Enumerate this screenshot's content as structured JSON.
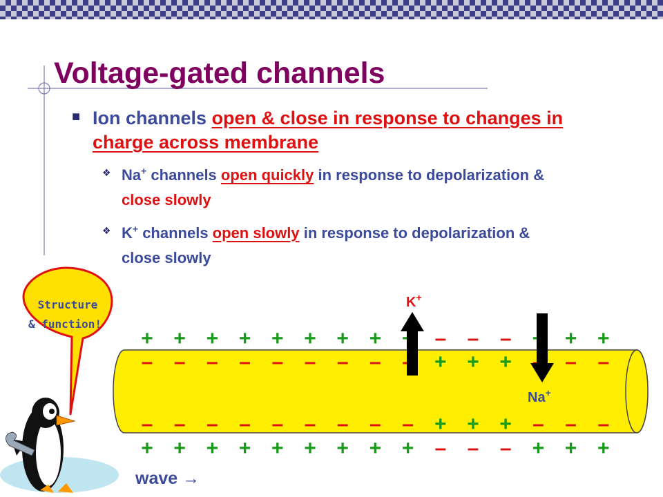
{
  "slide": {
    "title": "Voltage-gated channels",
    "bullet": {
      "lead": "Ion channels",
      "highlight": "open & close in response to changes in charge across membrane"
    },
    "sub_bullets": [
      {
        "ion": "Na",
        "ion_charge": "+",
        "t1": " channels ",
        "highlight": "open quickly",
        "t2": " in response to depolarization & ",
        "t3": "close slowly"
      },
      {
        "ion": "K",
        "ion_charge": "+",
        "t1": " channels ",
        "highlight": "open slowly",
        "t2": " in response to depolarization & close slowly"
      }
    ],
    "callout": {
      "line1": "Structure",
      "line2": "& function!"
    },
    "wave_label": "wave",
    "wave_arrow": "→"
  },
  "diagram": {
    "ion_labels": {
      "k": "K",
      "na": "Na",
      "charge": "+"
    },
    "charge_rows": {
      "outer_top": [
        "+",
        "+",
        "+",
        "+",
        "+",
        "+",
        "+",
        "+",
        "+",
        "–",
        "–",
        "–",
        "+",
        "+",
        "+"
      ],
      "inner_top": [
        "–",
        "–",
        "–",
        "–",
        "–",
        "–",
        "–",
        "–",
        "–",
        "+",
        "+",
        "+",
        "–",
        "–",
        "–"
      ],
      "inner_bottom": [
        "–",
        "–",
        "–",
        "–",
        "–",
        "–",
        "–",
        "–",
        "–",
        "+",
        "+",
        "+",
        "–",
        "–",
        "–"
      ],
      "outer_bottom": [
        "+",
        "+",
        "+",
        "+",
        "+",
        "+",
        "+",
        "+",
        "+",
        "–",
        "–",
        "–",
        "+",
        "+",
        "+"
      ]
    },
    "colors": {
      "plus": "#1a9a1a",
      "minus": "#dd1111",
      "cylinder": "#ffee00",
      "arrow": "#000000",
      "ion_label_k": "#dd1111",
      "ion_label_na": "#3b4a9a"
    }
  },
  "theme": {
    "title": "#800060",
    "text": "#3b4a9a",
    "highlight": "#dd1111"
  }
}
